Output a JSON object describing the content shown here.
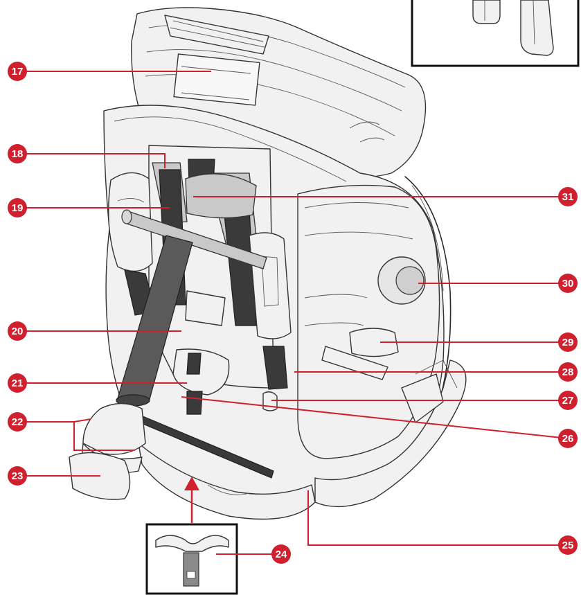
{
  "diagram": {
    "accent_color": "#d0202e",
    "callouts": [
      {
        "id": "c17",
        "label": "17",
        "side": "left"
      },
      {
        "id": "c18",
        "label": "18",
        "side": "left"
      },
      {
        "id": "c19",
        "label": "19",
        "side": "left"
      },
      {
        "id": "c20",
        "label": "20",
        "side": "left"
      },
      {
        "id": "c21",
        "label": "21",
        "side": "left"
      },
      {
        "id": "c22",
        "label": "22",
        "side": "left"
      },
      {
        "id": "c23",
        "label": "23",
        "side": "left"
      },
      {
        "id": "c24",
        "label": "24",
        "side": "inset"
      },
      {
        "id": "c25",
        "label": "25",
        "side": "right"
      },
      {
        "id": "c26",
        "label": "26",
        "side": "right"
      },
      {
        "id": "c27",
        "label": "27",
        "side": "right"
      },
      {
        "id": "c28",
        "label": "28",
        "side": "right"
      },
      {
        "id": "c29",
        "label": "29",
        "side": "right"
      },
      {
        "id": "c30",
        "label": "30",
        "side": "right"
      },
      {
        "id": "c31",
        "label": "31",
        "side": "right"
      }
    ]
  }
}
